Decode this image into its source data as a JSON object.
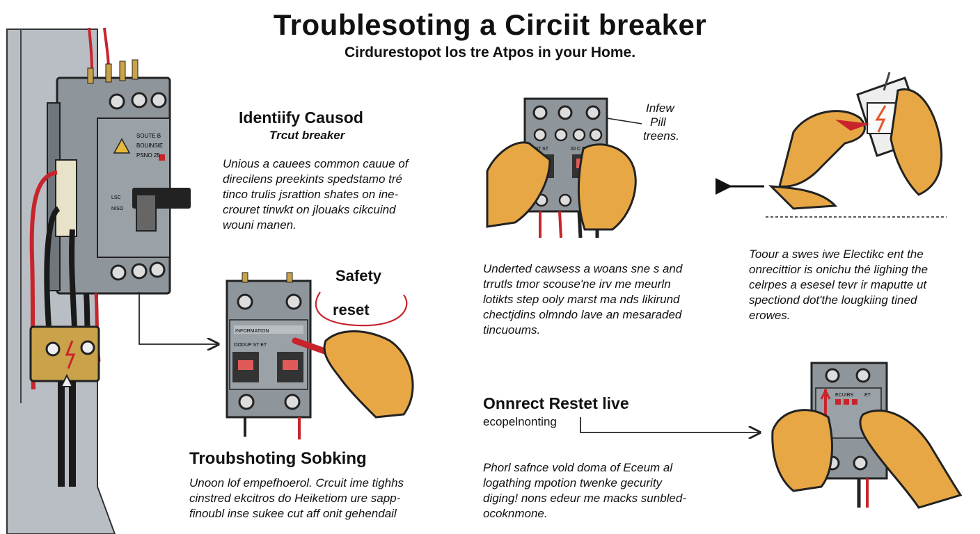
{
  "header": {
    "title": "Troublesoting a Circiit breaker",
    "subtitle": "Cirdurestopot los tre Atpos in your Home."
  },
  "identify": {
    "heading": "Identiify Causod",
    "subheading": "Trcut breaker",
    "lines": [
      "Unious a cauees common cauue of",
      "direcilens preekints spedstamo tré",
      "tinco trulis jsrattion shates on ine-",
      "crouret tinwkt on jlouaks cikcuind",
      "wouni manen."
    ]
  },
  "safety": {
    "label_top": "Safety",
    "label_bottom": "reset"
  },
  "troubleshooting": {
    "heading": "Troubshoting Sobking",
    "lines": [
      "Unoon lof empefhoerol. Crcuit ime tighhs",
      "cinstred ekcitros do Heiketiom ure sapp-",
      "finoubl inse sukee cut aff onit gehendail"
    ]
  },
  "inspect": {
    "note_lines": [
      "Infew",
      "Pill",
      "treens."
    ],
    "lines": [
      "Underted cawsess a woans sne s and",
      "trrutls tmor scouse'ne irv me meurln",
      "lotikts step ooly marst ma nds likirund",
      "chectjdins olmndo lave an mesaraded",
      "tincuoums."
    ]
  },
  "electric": {
    "lines": [
      "Toour a swes iwe Electikc ent the",
      "onrecittior is onichu thé lighing the",
      "celrpes a esesel tevr ir maputte ut",
      "spectiond dot'the lougkiing tined",
      "erowes."
    ]
  },
  "reset": {
    "heading": "Onnrect Restet live",
    "subheading": "ecopelnonting",
    "lines": [
      "Phorl safnce vold doma of Eceum al",
      "logathing mpotion twenke gecurity",
      "diging! nons edeur me macks sunbled-",
      "ocoknmone."
    ]
  },
  "breaker_labels": {
    "main_l1": "SOUTE B",
    "main_l2": "BOUINSIE",
    "main_l3": "PSNO 25",
    "main_side1": "LSC",
    "main_side2": "NISO",
    "mid_top": "INFORMATION",
    "mid_row": "OODUP ST ET",
    "top_row": "LDT ST",
    "top_row2": "ID C TT",
    "br_label": "ECUIBS",
    "br_label2": "ET"
  },
  "colors": {
    "metal": "#8e959b",
    "metal_dark": "#5f666c",
    "wall": "#b8bec4",
    "skin": "#e8a745",
    "red": "#c8242b",
    "brass": "#c9a24a",
    "black": "#1a1a1a"
  }
}
